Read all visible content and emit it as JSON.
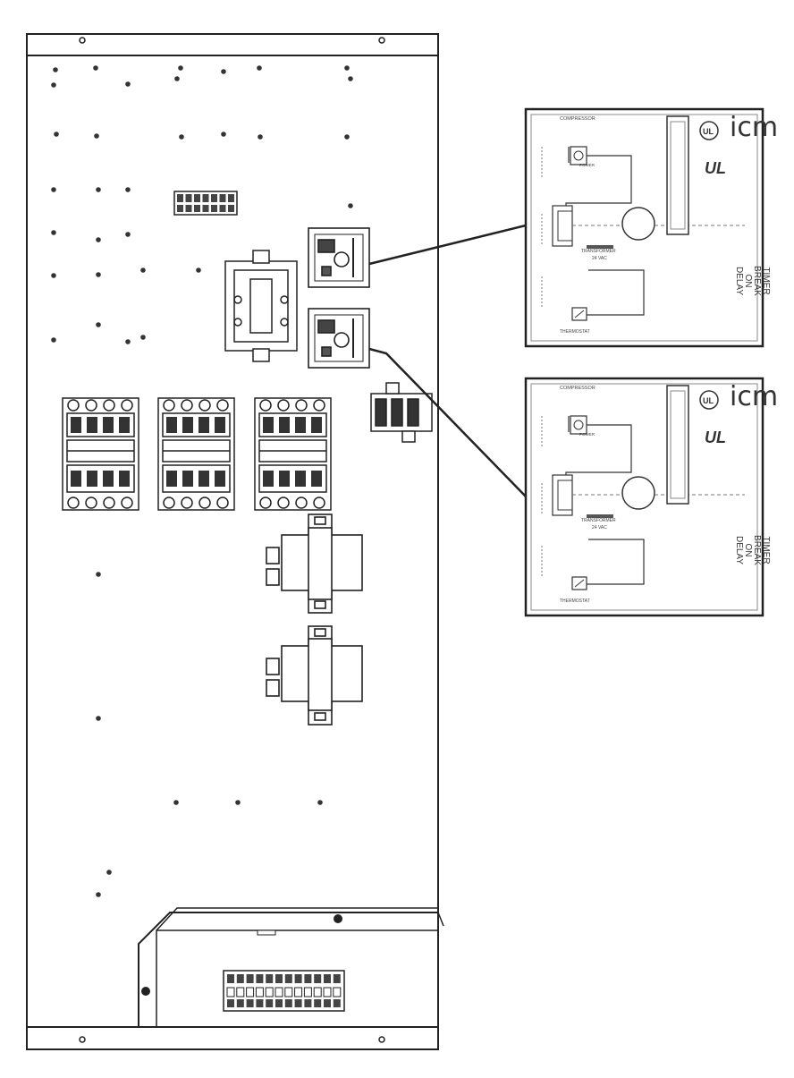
{
  "panel": {
    "components": {
      "contactors": 3,
      "transformers": 2,
      "terminal_blocks": 3
    }
  },
  "relay_detail": {
    "count": 2,
    "brand": "icm",
    "certification_mark": "UL",
    "title_lines": [
      "DELAY",
      "ON",
      "BREAK",
      "TIMER"
    ],
    "labels": {
      "compressor": "COMPRESSOR",
      "thermostat": "THERMOSTAT",
      "power": "POWER",
      "transformer": "TRANSFORMER",
      "volts": "24 VAC"
    }
  },
  "colors": {
    "line": "#222222",
    "fill": "#ffffff",
    "background": "#ffffff"
  }
}
